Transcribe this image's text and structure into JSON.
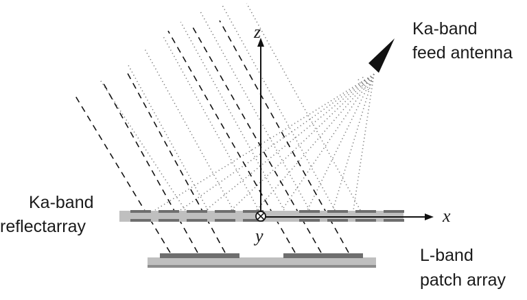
{
  "labels": {
    "feed": [
      "Ka-band",
      "feed antenna"
    ],
    "reflectarray": [
      "Ka-band",
      "reflectarray"
    ],
    "patch": [
      "L-band",
      "patch array"
    ]
  },
  "axes": {
    "x": "x",
    "y": "y",
    "z": "z"
  },
  "colors": {
    "ink": "#1a1a1a",
    "substrate": "#bfbfbf",
    "patch": "#6e6e6e",
    "ground": "#8c8c8c",
    "dotted": "#777777"
  }
}
